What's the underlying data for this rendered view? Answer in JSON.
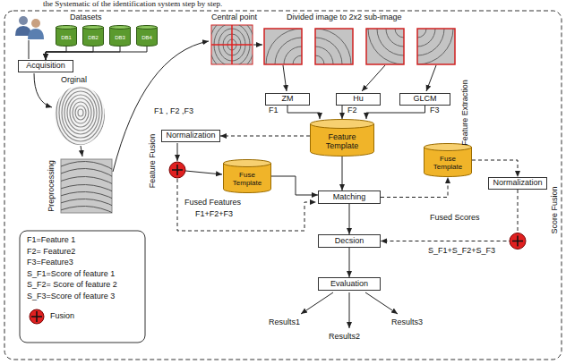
{
  "diagram": {
    "caption": "the Systematic of the identification system step by step.",
    "nodes": [
      {
        "text": [
          "DB1"
        ]
      },
      {
        "text": [
          "DB2"
        ]
      },
      {
        "text": [
          "DB3"
        ]
      },
      {
        "text": [
          "DB4"
        ]
      },
      {
        "text": [
          "Acquisition"
        ]
      },
      {
        "text": [
          "ZM"
        ]
      },
      {
        "text": [
          "Hu"
        ]
      },
      {
        "text": [
          "GLCM"
        ]
      },
      {
        "text": [
          "Feature Template"
        ]
      },
      {
        "text": [
          "Normalization"
        ]
      },
      {
        "text": [
          "Fuse Template"
        ]
      },
      {
        "text": [
          "Matching"
        ]
      },
      {
        "text": [
          "Fuse Template"
        ]
      },
      {
        "text": [
          "Normalization"
        ]
      },
      {
        "text": [
          "Decsion"
        ]
      },
      {
        "text": [
          "Evaluation"
        ]
      }
    ],
    "edges": [
      {
        "from": 0,
        "to": 4,
        "arrow": "to"
      },
      {
        "from": 1,
        "to": 4,
        "arrow": "to"
      },
      {
        "from": 2,
        "to": 4,
        "arrow": "to"
      },
      {
        "from": 3,
        "to": 4,
        "arrow": "to"
      },
      {
        "from": 5,
        "to": 8,
        "arrow": "to"
      },
      {
        "from": 6,
        "to": 8,
        "arrow": "to"
      },
      {
        "from": 7,
        "to": 8,
        "arrow": "to"
      },
      {
        "from": 8,
        "to": 9,
        "arrow": "to"
      },
      {
        "from": 8,
        "to": 11,
        "arrow": "to"
      },
      {
        "from": 10,
        "to": 11,
        "arrow": "to"
      },
      {
        "from": 11,
        "to": 12,
        "arrow": "to"
      },
      {
        "from": 12,
        "to": 13,
        "arrow": "to"
      },
      {
        "from": 11,
        "to": 14,
        "arrow": "to"
      },
      {
        "from": 13,
        "to": 14,
        "arrow": "to"
      },
      {
        "from": 14,
        "to": 15,
        "arrow": "to"
      }
    ],
    "labels": [
      "Datasets",
      "Orginal",
      "Preprocessing",
      "Central point",
      "Divided image to 2x2 sub-image",
      "F1",
      "F2",
      "F3",
      "Feature Extraction",
      "F1 , F2 ,F3",
      "Feature Fusion",
      "Fused Features",
      "F1+F2+F3",
      "Fused Scores",
      "S_F1+S_F2+S_F3",
      "Score Fusion",
      "Results1",
      "Results2",
      "Results3",
      "F1=Feature 1",
      "F2= Feature2",
      "F3=Feature3",
      "S_F1=Score of feature 1",
      "S_F2= Score of feature 2",
      "S_F3=Score of feature 3"
    ],
    "legend": [
      {
        "text": "Fusion"
      }
    ]
  }
}
